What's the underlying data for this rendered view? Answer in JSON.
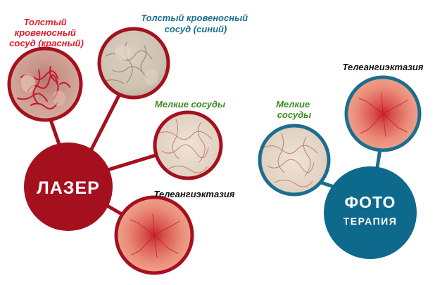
{
  "colors": {
    "laser": "#a5101f",
    "laser_ring": "#a5101f",
    "photo": "#0e6a8c",
    "photo_ring": "#1d6e8e",
    "label_red": "#e01b2a",
    "label_blue": "#1d6e8e",
    "label_green": "#3a8a1c",
    "label_black": "#111111"
  },
  "laser": {
    "title": "ЛАЗЕР",
    "thick_red_label": [
      "Толстый",
      "кровеносный",
      "сосуд (красный)"
    ],
    "thick_blue_label": [
      "Толстый кровеносный",
      "сосуд (синий)"
    ],
    "small_vessels_label": "Мелкие сосуды",
    "telangiectasia_label": "Телеангиэктазия"
  },
  "photo": {
    "title_line1": "ФОТО",
    "title_line2": "ТЕРАПИЯ",
    "small_vessels_label": [
      "Мелкие",
      "сосуды"
    ],
    "telangiectasia_label": "Телеангиэктазия"
  }
}
